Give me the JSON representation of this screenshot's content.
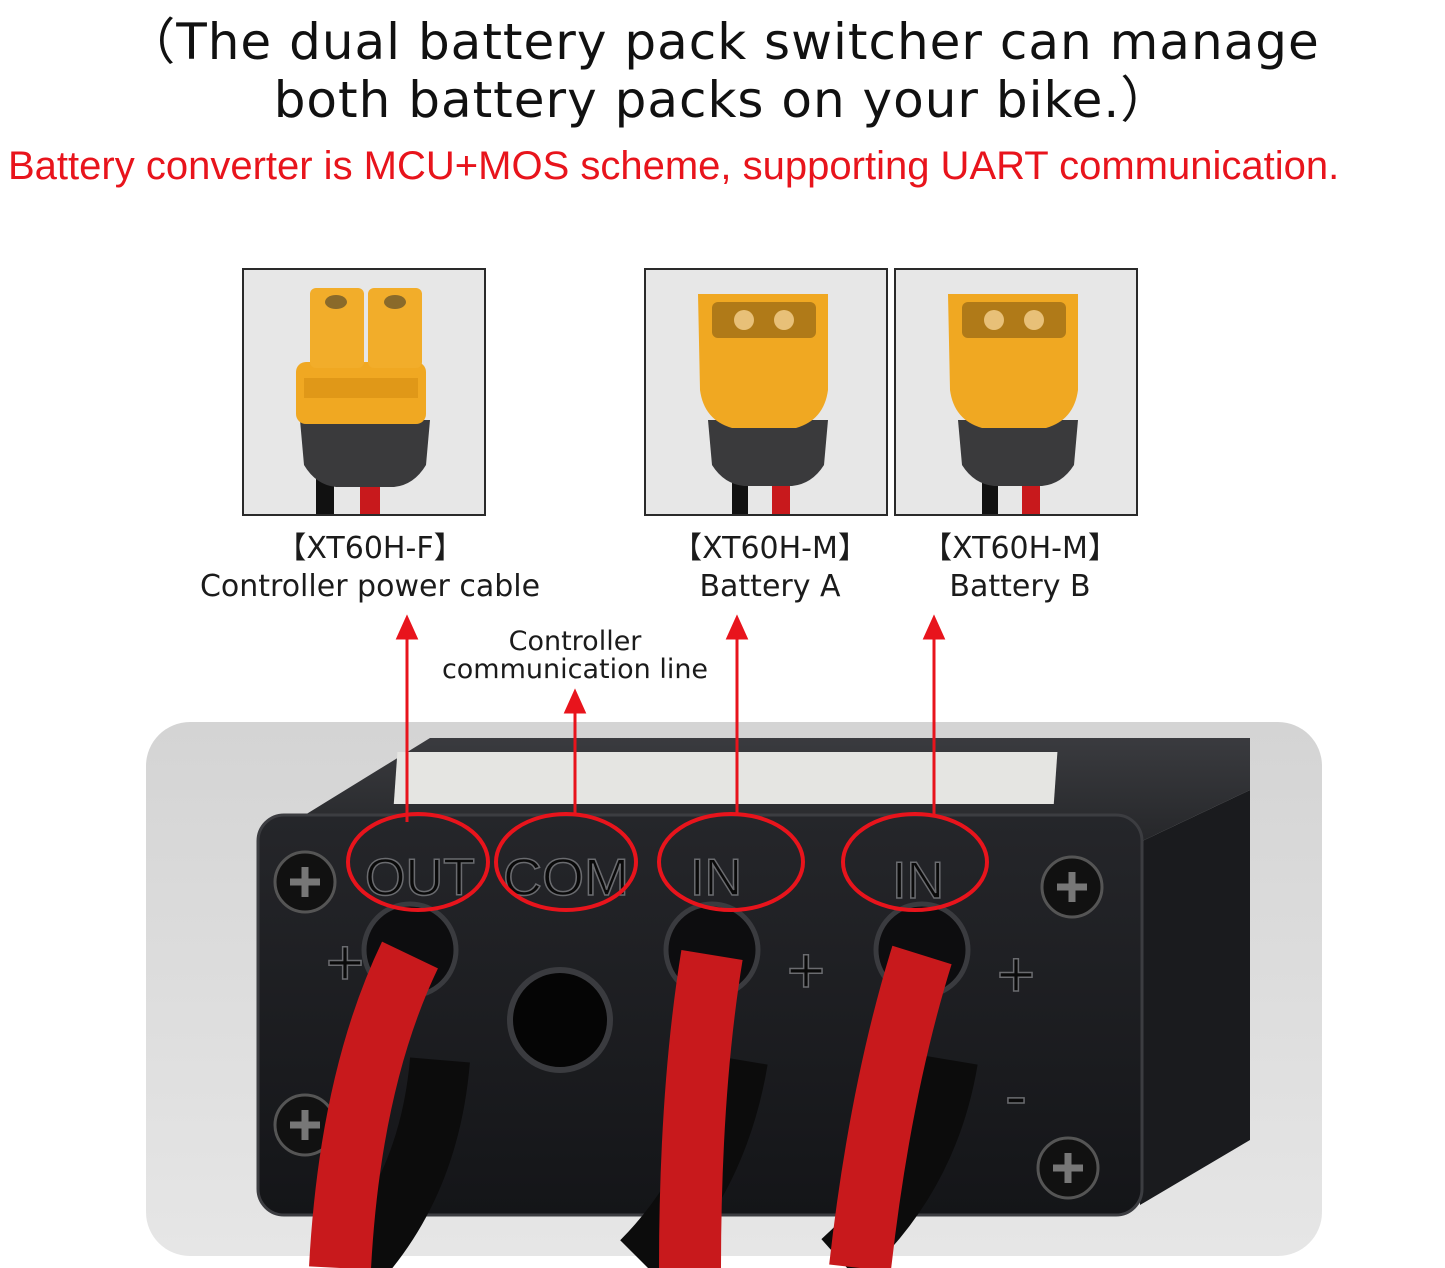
{
  "header": {
    "title_line1": "（The dual battery pack switcher can manage",
    "title_line2": "both battery packs on your bike.）",
    "subtitle": "Battery converter is MCU+MOS scheme, supporting UART communication."
  },
  "connectors": [
    {
      "model": "【XT60H-F】",
      "name": "Controller power cable"
    },
    {
      "model": "【XT60H-M】",
      "name": "Battery  A"
    },
    {
      "model": "【XT60H-M】",
      "name": "Battery  B"
    }
  ],
  "com_label_line1": "Controller",
  "com_label_line2": "communication line",
  "ports": [
    "OUT",
    "COM",
    "IN",
    "IN"
  ],
  "polarity": {
    "plus": "+",
    "minus": "-"
  },
  "colors": {
    "accent_red": "#e8141c",
    "connector_yellow": "#f0a822",
    "cable_red": "#c8191c",
    "housing_black": "#1c1d20"
  }
}
